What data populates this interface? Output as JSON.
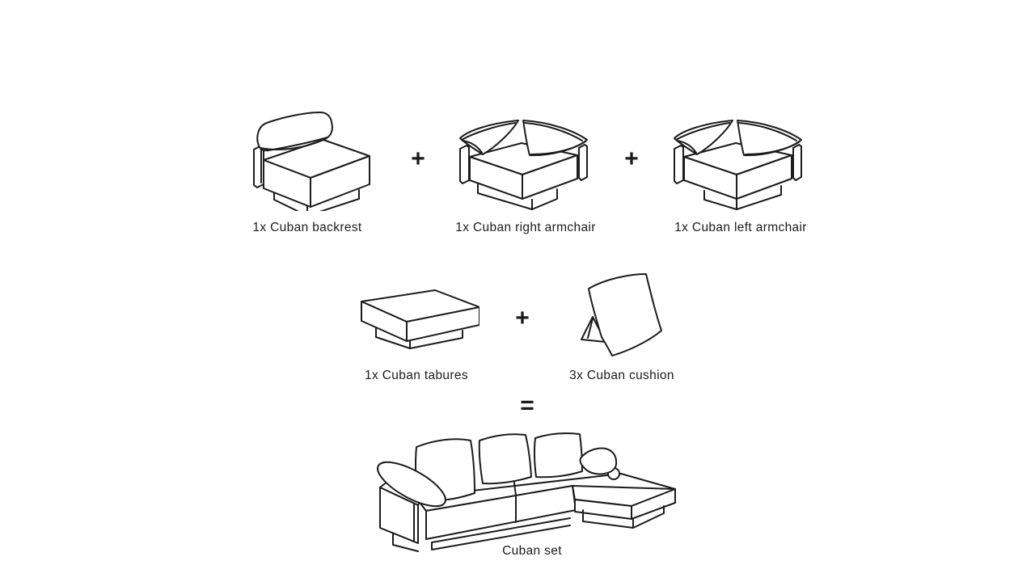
{
  "diagram": {
    "colors": {
      "background": "#ffffff",
      "line": "#1c1c1c",
      "text": "#1b1b1b"
    },
    "operators": {
      "plus": "+",
      "equals": "="
    },
    "items": [
      {
        "name": "backrest",
        "label": "1x Cuban backrest"
      },
      {
        "name": "right-armchair",
        "label": "1x Cuban right armchair"
      },
      {
        "name": "left-armchair",
        "label": "1x Cuban left armchair"
      },
      {
        "name": "tabures",
        "label": "1x Cuban tabures"
      },
      {
        "name": "cushion",
        "label": "3x Cuban cushion"
      }
    ],
    "result": {
      "name": "set",
      "label": "Cuban set"
    }
  }
}
